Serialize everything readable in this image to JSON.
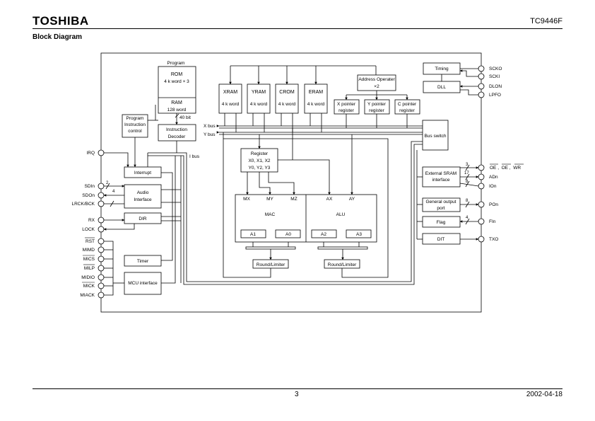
{
  "header": {
    "logo": "TOSHIBA",
    "doc_number": "TC9446F",
    "section_title": "Block Diagram"
  },
  "footer": {
    "page": "3",
    "date": "2002-04-18"
  },
  "diagram": {
    "program_label": "Program",
    "rom_label": "ROM",
    "rom_size": "4 k word × 3",
    "ram_label": "RAM",
    "ram_size": "128 word",
    "bits_label": "40 bit",
    "pic_lines": [
      "Program",
      "Instruction",
      "control"
    ],
    "instr_decoder_lines": [
      "Instruction",
      "Decoder"
    ],
    "ibus_label": "I bus",
    "xbus_label": "X bus",
    "ybus_label": "Y bus",
    "memories": [
      {
        "name": "XRAM",
        "size": "4 k word"
      },
      {
        "name": "YRAM",
        "size": "4 k word"
      },
      {
        "name": "CROM",
        "size": "4 k word"
      },
      {
        "name": "ERAM",
        "size": "4 k word"
      }
    ],
    "addr_op_lines": [
      "Address Operater",
      "×2"
    ],
    "pointer_regs": [
      {
        "name": "X pointer",
        "sub": "register"
      },
      {
        "name": "Y pointer",
        "sub": "register"
      },
      {
        "name": "C pointer",
        "sub": "register"
      }
    ],
    "bus_switch": "Bus switch",
    "timing": "Timing",
    "dll": "DLL",
    "register_lines": [
      "Register",
      "X0, X1, X2",
      "Y0, Y2, Y3"
    ],
    "mac_inputs": [
      "MX",
      "MY",
      "MZ"
    ],
    "alu_inputs": [
      "AX",
      "AY"
    ],
    "mac": "MAC",
    "alu": "ALU",
    "accumulators": [
      "A1",
      "A0",
      "A2",
      "A3"
    ],
    "round_limiter": "Round/Limiter",
    "interrupt": "Interrupt",
    "audio_interface_lines": [
      "Audio",
      "Interface"
    ],
    "dir": "DIR",
    "timer": "Timer",
    "mcu_interface": "MCU interface",
    "ext_sram_lines": [
      "External SRAM",
      "interface"
    ],
    "gpo_lines": [
      "General output",
      "port"
    ],
    "flag": "Flag",
    "dit": "DIT",
    "bus_widths": {
      "sdin": "2",
      "lrck": "4",
      "sram_ctrl": "3",
      "sram_addr": "17",
      "sram_io": "8",
      "pon": "8",
      "fin": "4"
    },
    "left_pins": [
      "IRQ",
      "SDIn",
      "SDOn",
      "LRCK/BCK",
      "RX",
      "LOCK",
      "RST",
      "MIMD",
      "MICS",
      "MILP",
      "MIDIO",
      "MICK",
      "MIACK"
    ],
    "right_pins": [
      "SCKO",
      "SCKI",
      "DLON",
      "LPFO",
      "OE ,  OE ,  WR",
      "ADn",
      "IOn",
      "POn",
      "FIn",
      "TXO"
    ]
  }
}
